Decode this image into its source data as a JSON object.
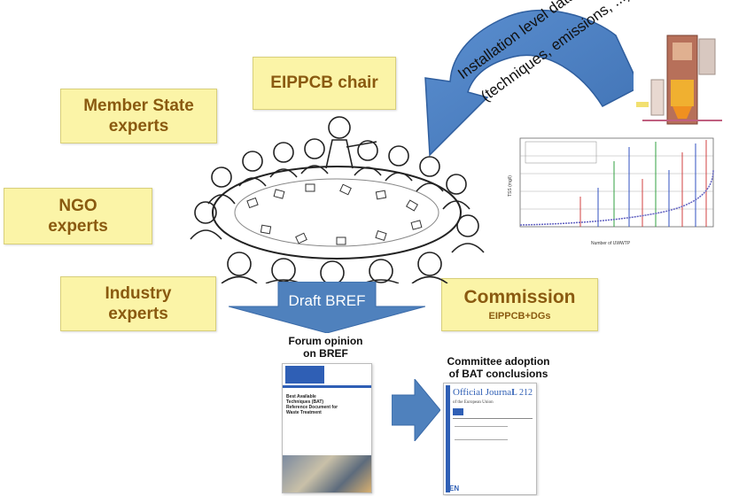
{
  "boxes": {
    "eippcb_chair": "EIPPCB chair",
    "member_state_line1": "Member State",
    "member_state_line2": "experts",
    "ngo_line1": "NGO",
    "ngo_line2": "experts",
    "industry_line1": "Industry",
    "industry_line2": "experts",
    "commission_title": "Commission",
    "commission_sub": "EIPPCB+DGs"
  },
  "arrows": {
    "installation_line1": "Installation level data",
    "installation_line2": "(techniques, emissions, ...)",
    "draft_bref": "Draft BREF"
  },
  "documents": {
    "forum_line1": "Forum opinion",
    "forum_line2": "on BREF",
    "committee_line1": "Committee adoption",
    "committee_line2": "of BAT conclusions",
    "bref_cover_heading": "Best Available Techniques (BAT) Reference Document for Waste Treatment",
    "official_journal": "Official Journal",
    "official_journal_sub": "of the European Union",
    "oj_number": "L 212",
    "oj_eu_logo": "EN"
  },
  "chart_thumbnail": {
    "ylabel": "TSS (mg/l)",
    "xlabel": "Number of UWWTP"
  },
  "colors": {
    "box_fill": "#fbf4a7",
    "box_text": "#8a5a10",
    "arrow_blue": "#4f81bd",
    "arrow_dark": "#3a6aa8"
  }
}
